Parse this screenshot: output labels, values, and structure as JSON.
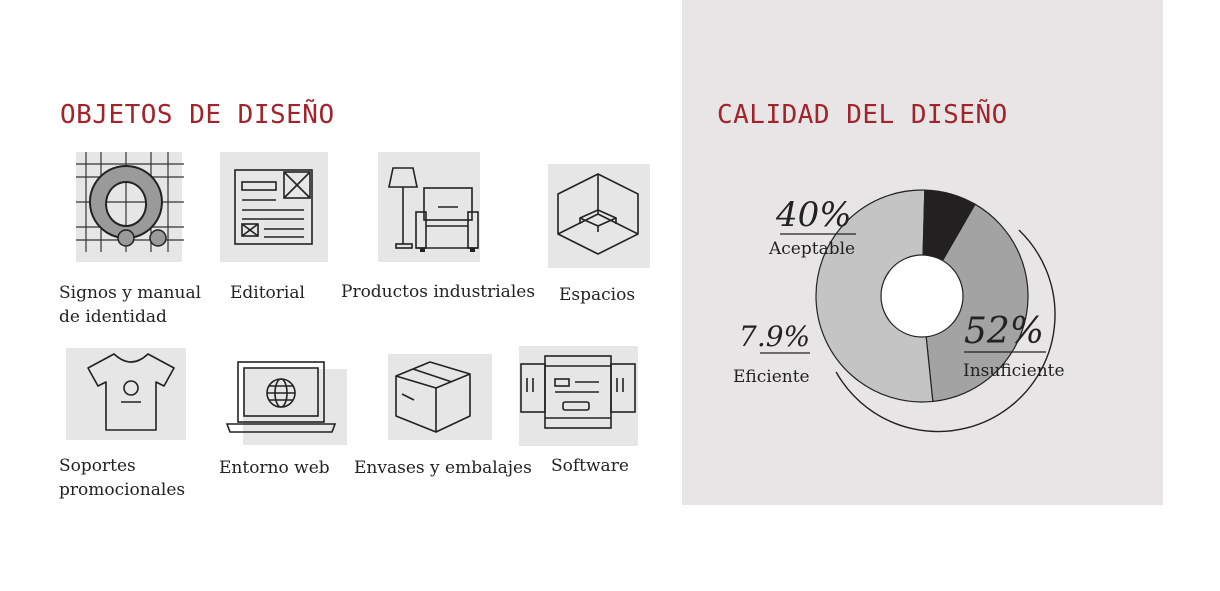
{
  "objetos": {
    "title": "OBJETOS DE DISEÑO",
    "items": [
      {
        "label_lines": [
          "Signos y manual",
          "de identidad"
        ],
        "icon": "identity-grid-icon"
      },
      {
        "label_lines": [
          "Editorial"
        ],
        "icon": "editorial-page-icon"
      },
      {
        "label_lines": [
          "Productos industriales"
        ],
        "icon": "armchair-lamp-icon"
      },
      {
        "label_lines": [
          "Espacios"
        ],
        "icon": "room-cube-icon"
      },
      {
        "label_lines": [
          "Soportes",
          "promocionales"
        ],
        "icon": "tshirt-icon"
      },
      {
        "label_lines": [
          "Entorno web"
        ],
        "icon": "laptop-globe-icon"
      },
      {
        "label_lines": [
          "Envases y embalajes"
        ],
        "icon": "box-package-icon"
      },
      {
        "label_lines": [
          "Software"
        ],
        "icon": "software-window-icon"
      }
    ]
  },
  "calidad": {
    "title": "CALIDAD DEL DISEÑO"
  },
  "chart_data": {
    "type": "pie",
    "title": "CALIDAD DEL DISEÑO",
    "style": "donut",
    "series": [
      {
        "name": "Aceptable",
        "value": 40,
        "label": "40%",
        "color": "#a3a3a3"
      },
      {
        "name": "Insuficiente",
        "value": 52,
        "label": "52%",
        "color": "#c4c4c4"
      },
      {
        "name": "Eficiente",
        "value": 7.9,
        "label": "7.9%",
        "color": "#232021"
      }
    ]
  },
  "colors": {
    "accent": "#a3232b",
    "panel": "#e7e5e6",
    "tile": "#e6e6e6"
  }
}
